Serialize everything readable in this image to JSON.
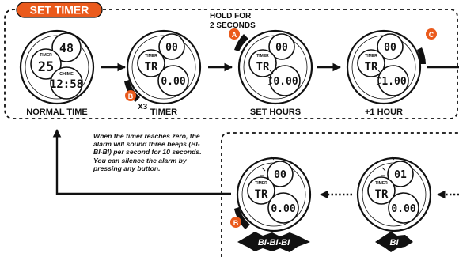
{
  "title": "SET TIMER",
  "hold_label": [
    "HOLD FOR",
    "2 SECONDS"
  ],
  "repeat_label": "X3",
  "colors": {
    "accent": "#ea5a1c",
    "ink": "#111111",
    "face": "#ffffff"
  },
  "buttons": {
    "a": "A",
    "b": "B",
    "c": "C"
  },
  "steps": [
    {
      "caption": "NORMAL TIME",
      "top": "48",
      "left": "25",
      "bottom": "12:58",
      "left_tag": "TIMER",
      "bottom_tag": "CHIME"
    },
    {
      "caption": "TIMER",
      "top": "00",
      "left": "TR",
      "bottom": "0.00",
      "left_tag": "TIMER"
    },
    {
      "caption": "SET HOURS",
      "top": "00",
      "left": "TR",
      "bottom": "0.00",
      "left_tag": "TIMER"
    },
    {
      "caption": "+1  HOUR",
      "top": "00",
      "left": "TR",
      "bottom": "1.00",
      "left_tag": "TIMER"
    },
    {
      "caption": "",
      "top": "00",
      "left": "TR",
      "bottom": "0.00",
      "left_tag": "TIMER"
    },
    {
      "caption": "",
      "top": "01",
      "left": "TR",
      "bottom": "0.00",
      "left_tag": "TIMER"
    }
  ],
  "alarm_note": "When the timer reaches zero, the alarm will sound three beeps (BI-BI-BI) per second for 10 seconds. You can silence the alarm by pressing any button.",
  "beeps": {
    "triple": "BI-BI-BI",
    "single": "BI"
  }
}
